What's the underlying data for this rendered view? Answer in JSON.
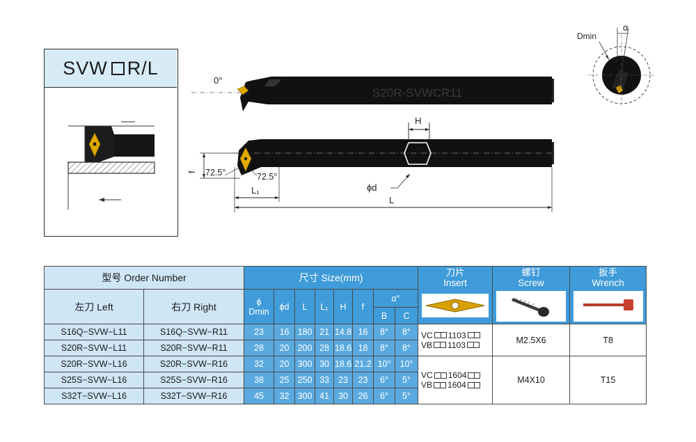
{
  "title": {
    "prefix": "SVW",
    "suffix": "R/L"
  },
  "drawing": {
    "angle_zero": "0°",
    "bar_engraving": "S20R-SVWCR11",
    "dim_H": "H",
    "dim_f": "f",
    "dim_phid": "ϕd",
    "dim_L1": "L₁",
    "dim_L": "L",
    "angle_left": "72.5°",
    "angle_right": "72.5°",
    "detail_dmin": "Dmin",
    "detail_alpha": "α"
  },
  "table": {
    "header": {
      "order_number": "型号 Order Number",
      "left": "左刀 Left",
      "right": "右刀 Right",
      "size": "尺寸 Size(mm)",
      "phi_symbol": "ϕ",
      "dmin": "Dmin",
      "phid": "ϕd",
      "L": "L",
      "L1": "L₁",
      "H": "H",
      "f": "f",
      "alpha": "α°",
      "B": "B",
      "C": "C",
      "insert_cn": "刀片",
      "insert_en": "Insert",
      "screw_cn": "螺钉",
      "screw_en": "Screw",
      "wrench_cn": "扳手",
      "wrench_en": "Wrench"
    },
    "rows": [
      {
        "left": "S16Q−SVW−L11",
        "right": "S16Q−SVW−R11",
        "dmin": "23",
        "phid": "16",
        "L": "180",
        "L1": "21",
        "H": "14.8",
        "f": "16",
        "B": "8°",
        "C": "8°"
      },
      {
        "left": "S20R−SVW−L11",
        "right": "S20R−SVW−R11",
        "dmin": "28",
        "phid": "20",
        "L": "200",
        "L1": "28",
        "H": "18.6",
        "f": "18",
        "B": "8°",
        "C": "8°"
      },
      {
        "left": "S20R−SVW−L16",
        "right": "S20R−SVW−R16",
        "dmin": "32",
        "phid": "20",
        "L": "300",
        "L1": "30",
        "H": "18.6",
        "f": "21.2",
        "B": "10°",
        "C": "10°"
      },
      {
        "left": "S25S−SVW−L16",
        "right": "S25S−SVW−R16",
        "dmin": "38",
        "phid": "25",
        "L": "250",
        "L1": "33",
        "H": "23",
        "f": "23",
        "B": "6°",
        "C": "5°"
      },
      {
        "left": "S32T−SVW−L16",
        "right": "S32T−SVW−R16",
        "dmin": "45",
        "phid": "32",
        "L": "300",
        "L1": "41",
        "H": "30",
        "f": "26",
        "B": "6°",
        "C": "5°"
      }
    ],
    "groups": [
      {
        "insert_vc_pre": "VC",
        "insert_vc_code": "1103",
        "insert_vb_pre": "VB",
        "insert_vb_code": "1103",
        "screw": "M2.5X6",
        "wrench": "T8"
      },
      {
        "insert_vc_pre": "VC",
        "insert_vc_code": "1604",
        "insert_vb_pre": "VB",
        "insert_vb_code": "1604",
        "screw": "M4X10",
        "wrench": "T15"
      }
    ]
  }
}
